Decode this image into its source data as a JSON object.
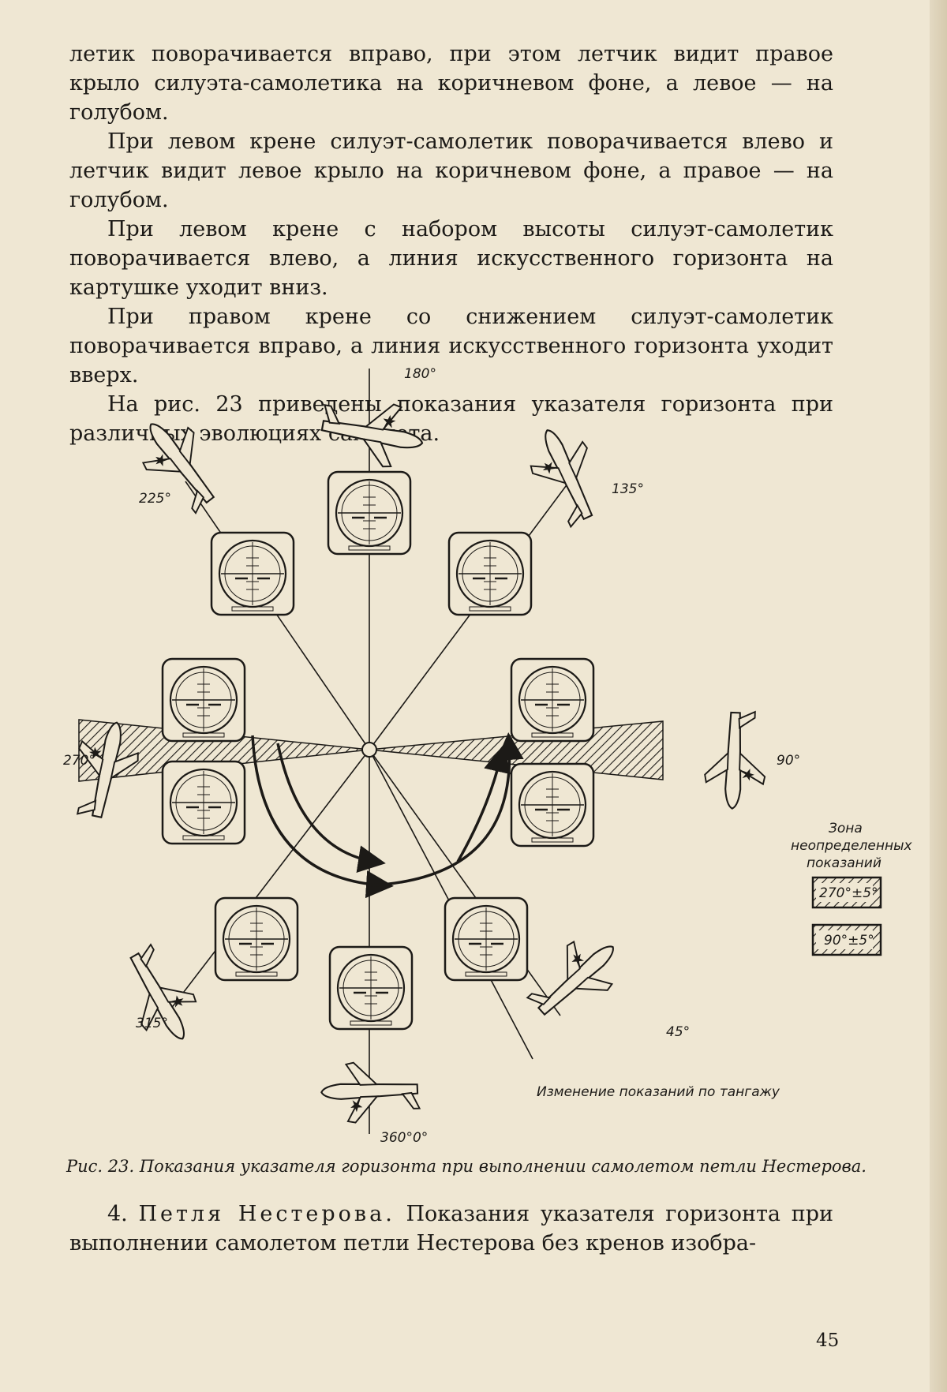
{
  "top_text": [
    "летик поворачивается вправо, при этом летчик видит правое крыло силуэта-самолетика на коричневом фоне, а левое — на голубом.",
    "При левом крене силуэт-самолетик поворачивается влево и летчик видит левое крыло на коричневом фоне, а правое — на голубом.",
    "При левом крене с набором высоты силуэт-самолетик поворачивается влево, а линия искусственного горизонта на картушке уходит вниз.",
    "При правом крене со снижением силуэт-самолетик поворачивается вправо, а линия искусственного горизонта уходит вверх.",
    "На рис. 23 приведены показания указателя горизонта при различных эволюциях самолета."
  ],
  "figure": {
    "angle_labels": {
      "a180": "180°",
      "a135": "135°",
      "a225": "225°",
      "a270": "270°",
      "a90": "90°",
      "a315": "315°",
      "a45": "45°",
      "a360": "360°0°"
    },
    "legend": {
      "title_line1": "Зона",
      "title_line2": "неопределенных",
      "title_line3": "показаний",
      "zone1": "270°±5°",
      "zone2": "90°±5°"
    },
    "pitch_note": "Изменение показаний по тангажу"
  },
  "caption": {
    "prefix": "Рис. 23.",
    "text": "Показания указателя горизонта при выполнении самолетом петли Нестерова."
  },
  "bottom_text": {
    "number": "4.",
    "heading": "Петля Нестерова.",
    "body": "Показания указателя горизонта при выполнении самолетом петли Нестерова без кренов изобра-"
  },
  "page_number": "45"
}
